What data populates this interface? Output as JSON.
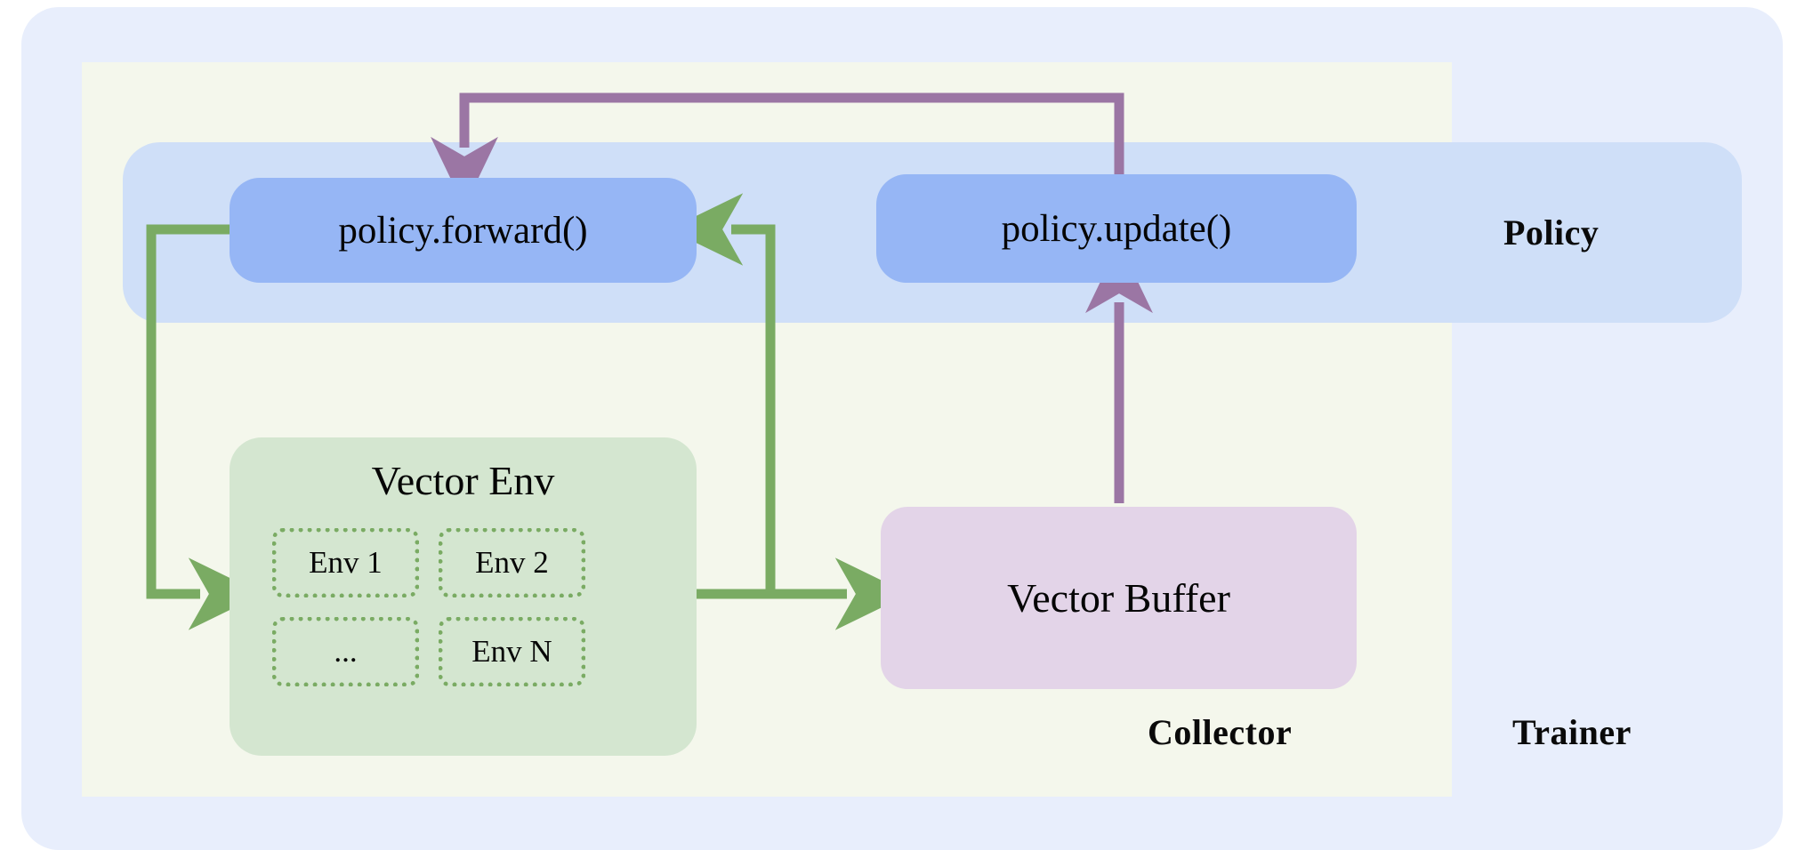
{
  "diagram": {
    "title_labels": {
      "trainer": "Trainer",
      "collector": "Collector",
      "policy": "Policy"
    },
    "nodes": {
      "policy_forward": "policy.forward()",
      "policy_update": "policy.update()",
      "vector_env_title": "Vector Env",
      "vector_buffer": "Vector Buffer"
    },
    "env_cells": [
      {
        "label": "Env 1"
      },
      {
        "label": "Env 2"
      },
      {
        "label": "..."
      },
      {
        "label": "Env N"
      }
    ],
    "colors": {
      "trainer_bg": "#e8eefc",
      "collector_bg": "#f4f7ec",
      "policy_bg": "#cfdff8",
      "node_blue": "#96b6f5",
      "vector_env_bg": "#d4e6d0",
      "vector_buffer_bg": "#e3d4e8",
      "arrow_green": "#7aab63",
      "arrow_purple": "#9b76a4",
      "env_border": "#7aab63",
      "text": "#050505"
    },
    "edges": [
      {
        "name": "forward-to-env",
        "from": "policy.forward()",
        "to": "Vector Env",
        "color": "green"
      },
      {
        "name": "env-to-buffer",
        "from": "Vector Env",
        "to": "Vector Buffer",
        "color": "green"
      },
      {
        "name": "env-to-forward",
        "from": "Vector Env",
        "to": "policy.forward()",
        "color": "green"
      },
      {
        "name": "buffer-to-update",
        "from": "Vector Buffer",
        "to": "policy.update()",
        "color": "purple"
      },
      {
        "name": "update-to-forward",
        "from": "policy.update()",
        "to": "policy.forward()",
        "color": "purple"
      }
    ]
  }
}
